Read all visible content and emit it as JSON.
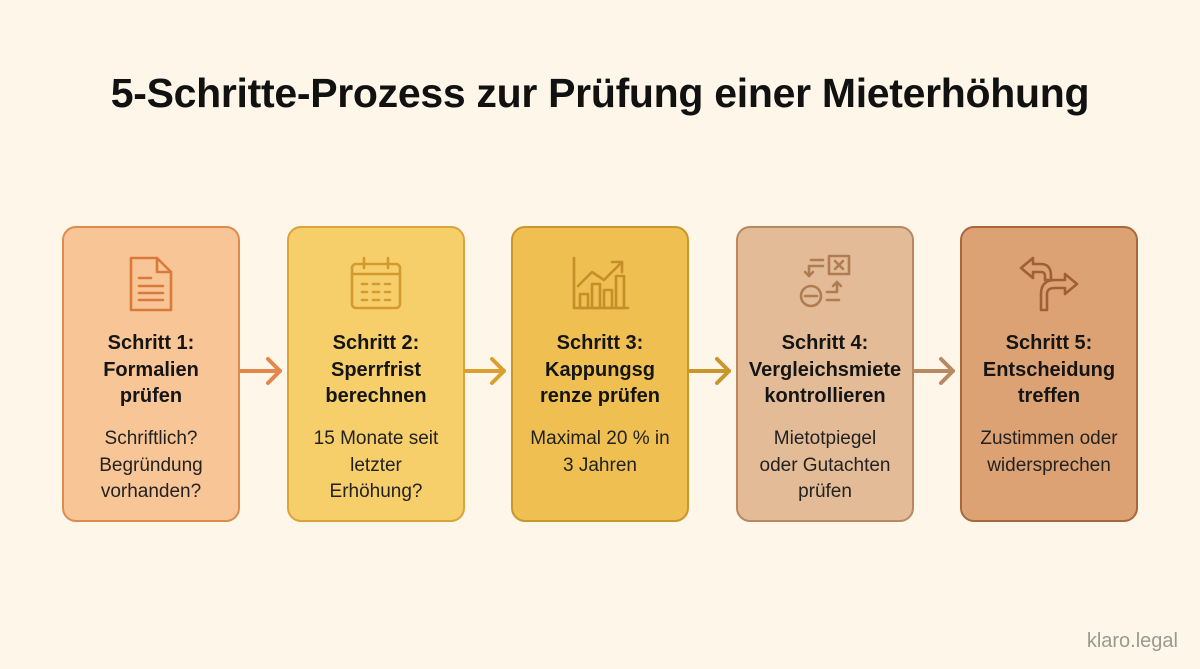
{
  "title": "5-Schritte-Prozess zur Prüfung einer Mieterhöhung",
  "steps": [
    {
      "heading": "Schritt 1:\nFormalien\nprüfen",
      "description": "Schriftlich?\nBegründung\nvorhanden?",
      "icon": "document-icon",
      "fill": "#f8c597",
      "border": "#e08a4c",
      "icon_color": "#d97a3a"
    },
    {
      "heading": "Schritt 2:\nSperrfrist\nberechnen",
      "description": "15 Monate seit\nletzter\nErhöhung?",
      "icon": "calendar-icon",
      "fill": "#f6cf6a",
      "border": "#dba33a",
      "icon_color": "#d49a30"
    },
    {
      "heading": "Schritt 3:\nKappungsg\nrenze prüfen",
      "description": "Maximal 20 % in\n3 Jahren",
      "icon": "chart-growth-icon",
      "fill": "#efbf52",
      "border": "#c9962c",
      "icon_color": "#c48f28"
    },
    {
      "heading": "Schritt 4:\nVergleichsmiete\nkontrollieren",
      "description": "Mietotpiegel\noder Gutachten\nprüfen",
      "icon": "calculator-icon",
      "fill": "#e3bc97",
      "border": "#b88860",
      "icon_color": "#b07c52"
    },
    {
      "heading": "Schritt 5:\nEntscheidung\ntreffen",
      "description": "Zustimmen oder\nwidersprechen",
      "icon": "fork-arrows-icon",
      "fill": "#dda274",
      "border": "#a8683c",
      "icon_color": "#9e6034"
    }
  ],
  "arrows": [
    {
      "color": "#e4874a"
    },
    {
      "color": "#d9a030"
    },
    {
      "color": "#c9962c"
    },
    {
      "color": "#b98a62"
    }
  ],
  "watermark": "klaro.legal"
}
